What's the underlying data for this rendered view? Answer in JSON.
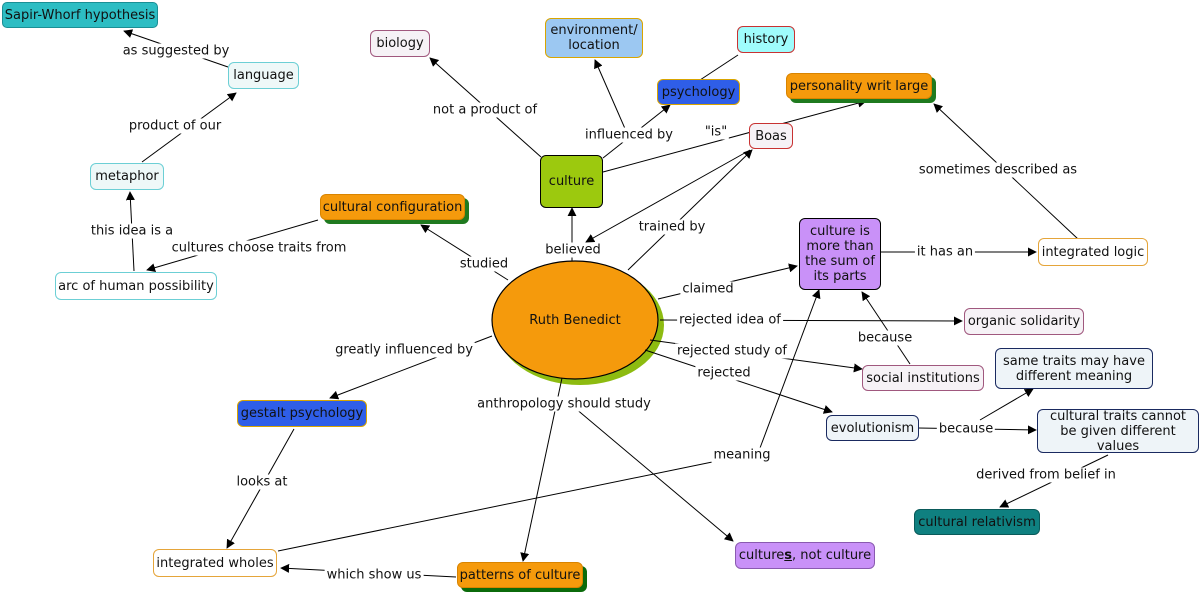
{
  "colors": {
    "teal": "#2dbdc3",
    "light_cyan": "#eef8f8",
    "pale": "#f6f2f6",
    "light_blue": "#9cc8f2",
    "royal_blue": "#2f5ee8",
    "aqua": "#9ffcfc",
    "orange": "#f59a0c",
    "lime": "#9cc90e",
    "lavender": "#c991f8",
    "dark_teal": "#0f8080",
    "line": "#000000"
  },
  "nodes": {
    "sapir_whorf": "Sapir-Whorf hypothesis",
    "language": "language",
    "metaphor": "metaphor",
    "arc": "arc of human possibility",
    "biology": "biology",
    "environment": "environment/ location",
    "history": "history",
    "psychology": "psychology",
    "personality": "personality writ large",
    "boas": "Boas",
    "culture": "culture",
    "cultural_configuration": "cultural configuration",
    "ruth_benedict": "Ruth Benedict",
    "culture_more": "culture is more than the sum of its parts",
    "integrated_logic": "integrated logic",
    "organic_solidarity": "organic solidarity",
    "social_institutions": "social institutions",
    "same_traits": "same traits may have different meaning",
    "evolutionism": "evolutionism",
    "cultural_traits": "cultural traits cannot be given different values",
    "cultural_relativism": "cultural relativism",
    "gestalt": "gestalt psychology",
    "integrated_wholes": "integrated wholes",
    "patterns": "patterns of culture",
    "cultures_pre": "culture",
    "cultures_s": "s",
    "cultures_post": ", not culture"
  },
  "links": {
    "as_suggested_by": "as suggested by",
    "product_of_our": "product of our",
    "this_idea_is_a": "this idea is a",
    "cultures_choose": "cultures choose traits from",
    "not_a_product_of": "not a product of",
    "influenced_by": "influenced by",
    "is": "\"is\"",
    "believed": "believed",
    "trained_by": "trained by",
    "studied": "studied",
    "claimed": "claimed",
    "it_has_an": "it has an",
    "sometimes_described_as": "sometimes described as",
    "rejected_idea_of": "rejected idea of",
    "because_1": "because",
    "rejected_study_of": "rejected study of",
    "rejected": "rejected",
    "because_2": "because",
    "derived_from": "derived from belief in",
    "greatly_influenced_by": "greatly influenced by",
    "anthropology_should_study": "anthropology should study",
    "looks_at": "looks at",
    "meaning": "meaning",
    "which_show_us": "which show us"
  }
}
